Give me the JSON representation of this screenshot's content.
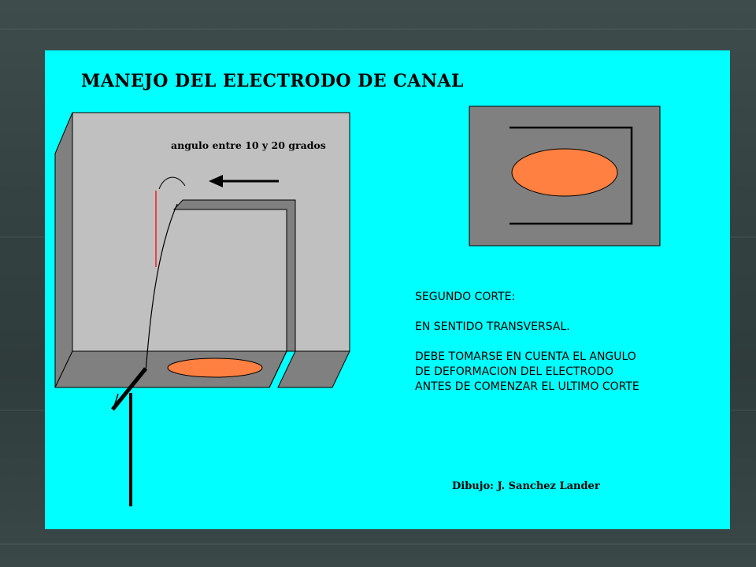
{
  "title": "MANEJO DEL ELECTRODO DE CANAL",
  "annotation": "angulo entre 10 y 20 grados",
  "description": {
    "line1": "SEGUNDO CORTE:",
    "line2": "EN SENTIDO TRANSVERSAL.",
    "line3": [
      "DEBE TOMARSE EN CUENTA EL ANGULO",
      "DE DEFORMACION DEL ELECTRODO",
      "ANTES DE COMENZAR EL ULTIMO CORTE"
    ]
  },
  "credit": "Dibujo: J. Sanchez Lander",
  "colors": {
    "slide_background": "#00ffff",
    "block_face": "#c0c0c0",
    "block_dark": "#808080",
    "weld_pool": "#ff8040",
    "reference_line": "#ff0000",
    "ink": "#000000"
  }
}
